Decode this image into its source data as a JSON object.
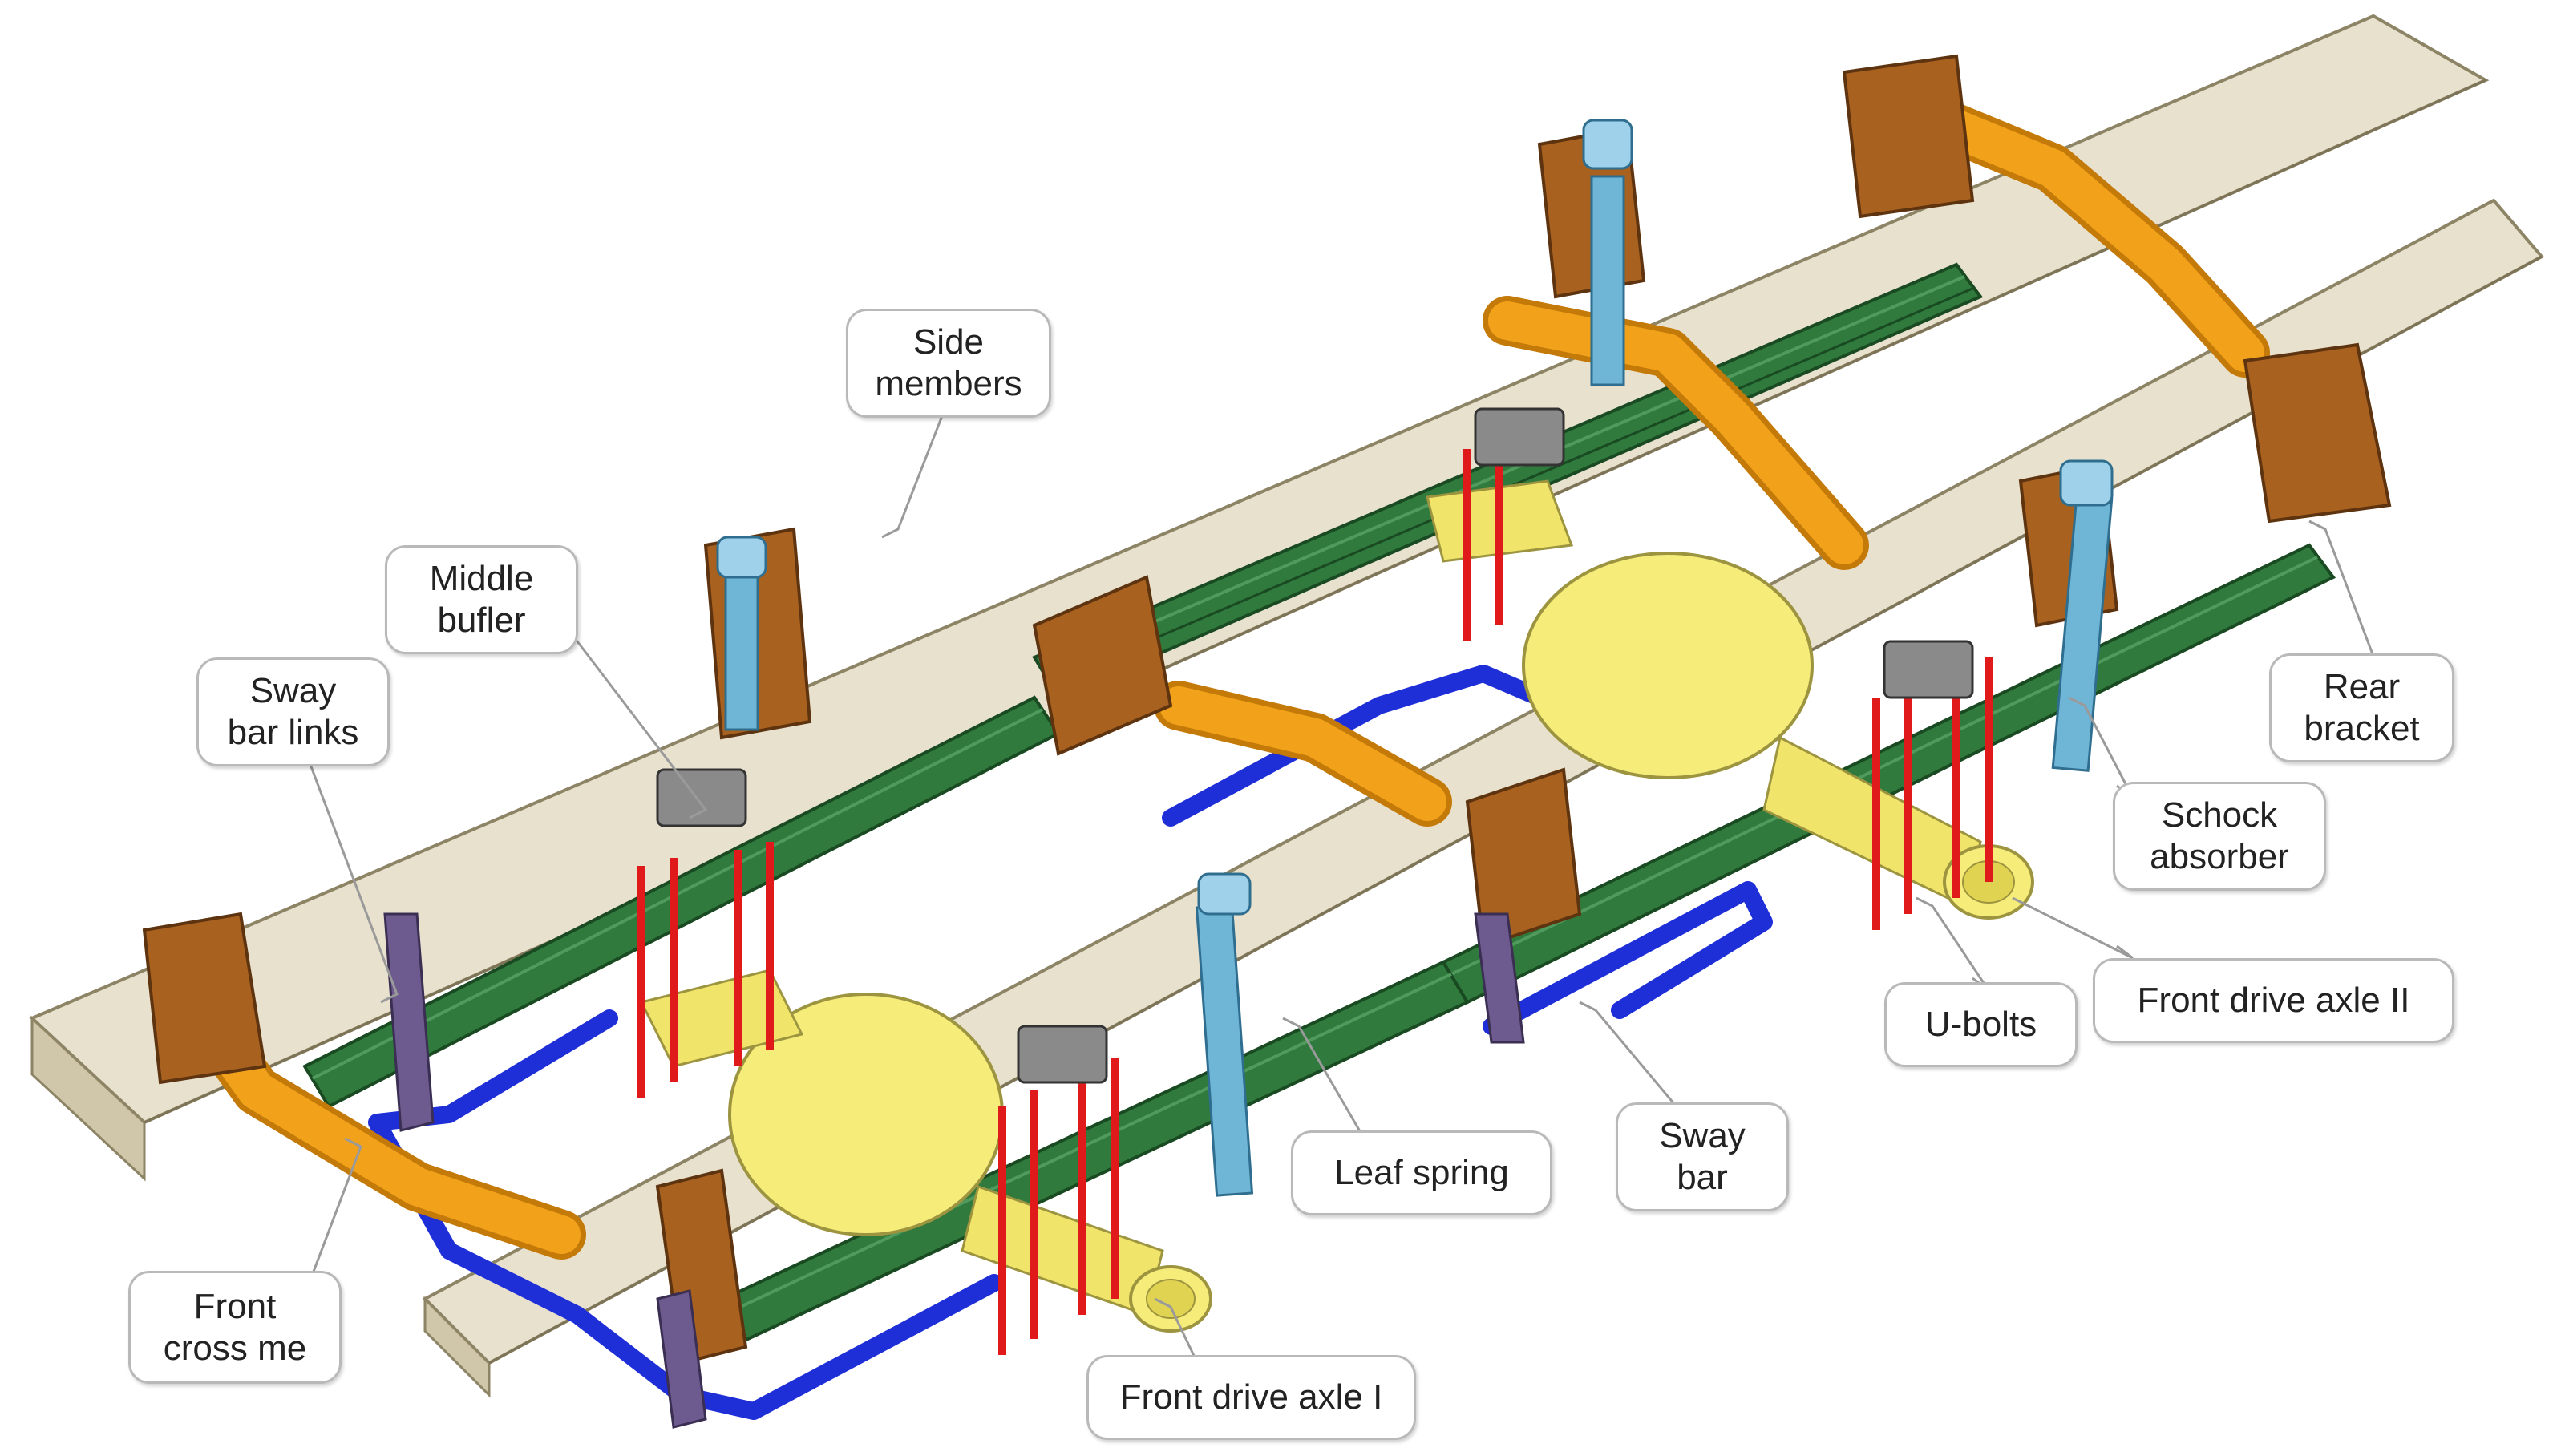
{
  "labels": {
    "side_members": [
      "Side",
      "members"
    ],
    "middle_bufler": [
      "Middle",
      "bufler"
    ],
    "sway_bar_links": [
      "Sway",
      "bar links"
    ],
    "front_cross_member": [
      "Front",
      "cross me"
    ],
    "front_drive_axle_1": [
      "Front drive axle I"
    ],
    "leaf_spring": [
      "Leaf spring"
    ],
    "sway_bar": [
      "Sway",
      "bar"
    ],
    "u_bolts": [
      "U-bolts"
    ],
    "front_drive_axle_2": [
      "Front drive axle II"
    ],
    "shock_absorber": [
      "Schock",
      "absorber"
    ],
    "rear_bracket": [
      "Rear",
      "bracket"
    ]
  },
  "colors": {
    "frame_rail": "#d6c9a6",
    "leaf_spring": "#2f7a3c",
    "cross_member": "#f2a21a",
    "bracket": "#a8611e",
    "shock_absorber": "#6fb5d6",
    "axle": "#f5ec7a",
    "sway_bar": "#1f2fd8",
    "u_bolt": "#e01a1a",
    "callout_border": "#b9b9b9"
  }
}
